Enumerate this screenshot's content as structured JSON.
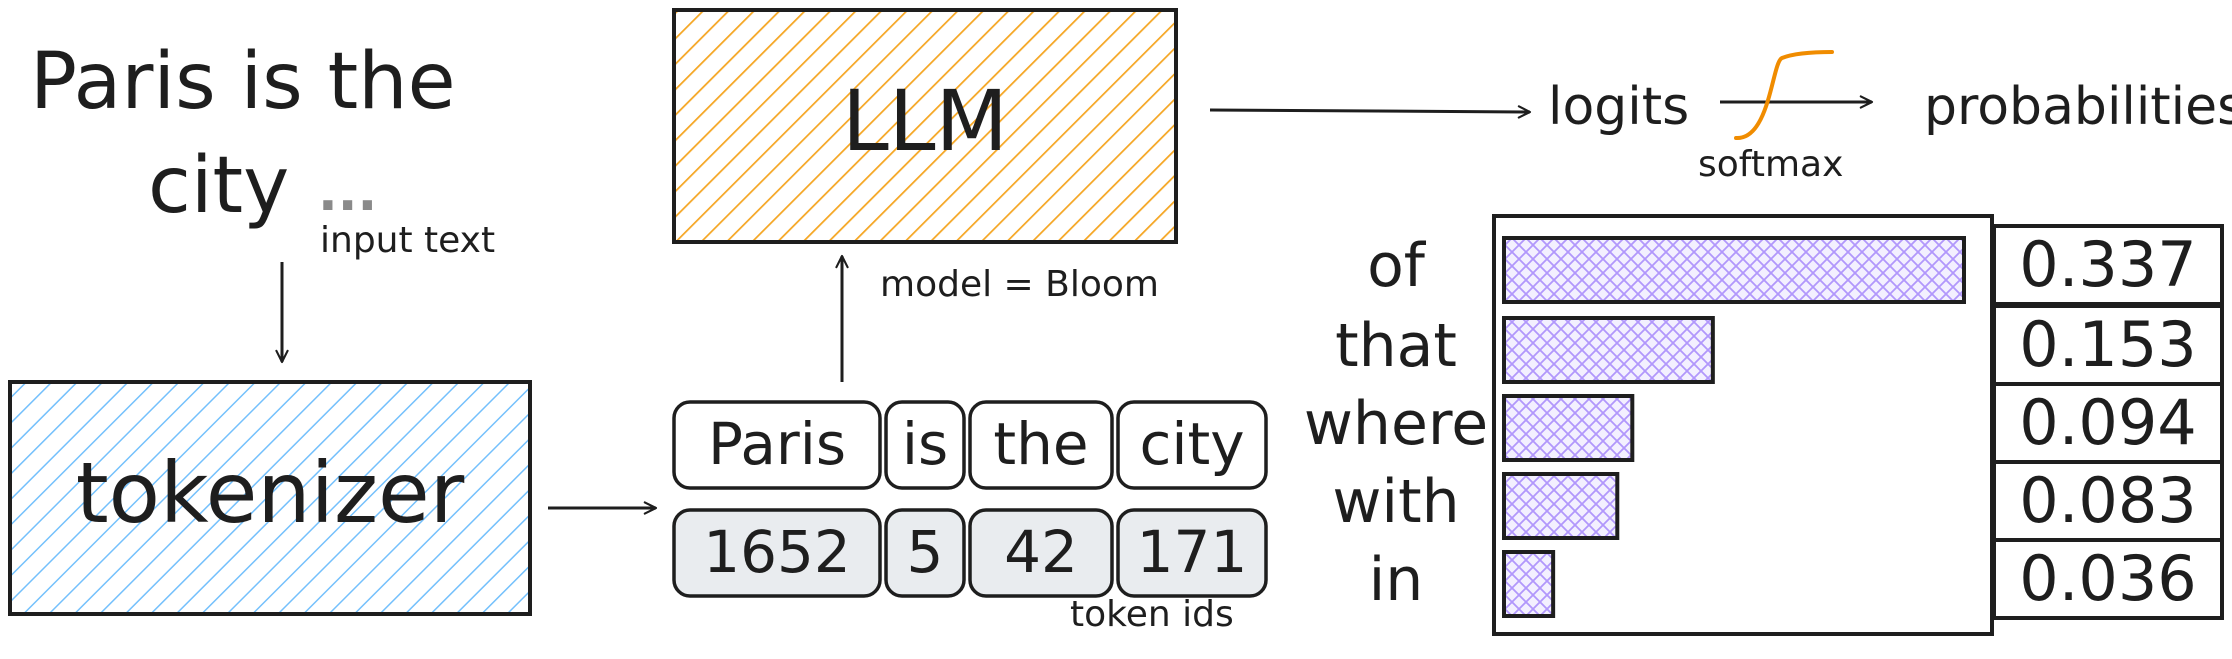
{
  "input": {
    "line1": "Paris is the",
    "line2": "city",
    "ellipsis": "...",
    "caption": "input text"
  },
  "tokenizer": {
    "label": "tokenizer",
    "color": "#a5d8ff"
  },
  "llm": {
    "label": "LLM",
    "color": "#f5a623",
    "caption": "model = Bloom"
  },
  "tokens": [
    {
      "text": "Paris",
      "id": "1652"
    },
    {
      "text": "is",
      "id": "5"
    },
    {
      "text": "the",
      "id": "42"
    },
    {
      "text": "city",
      "id": "171"
    }
  ],
  "token_ids_caption": "token ids",
  "pipeline": {
    "logits": "logits",
    "softmax": "softmax",
    "probabilities": "probabilities",
    "softmax_color": "#f08c00"
  },
  "chart_data": {
    "type": "bar",
    "orientation": "horizontal",
    "categories": [
      "of",
      "that",
      "where",
      "with",
      "in"
    ],
    "values": [
      0.337,
      0.153,
      0.094,
      0.083,
      0.036
    ],
    "value_labels": [
      "0.337",
      "0.153",
      "0.094",
      "0.083",
      "0.036"
    ],
    "bar_color": "#d0bfff"
  }
}
